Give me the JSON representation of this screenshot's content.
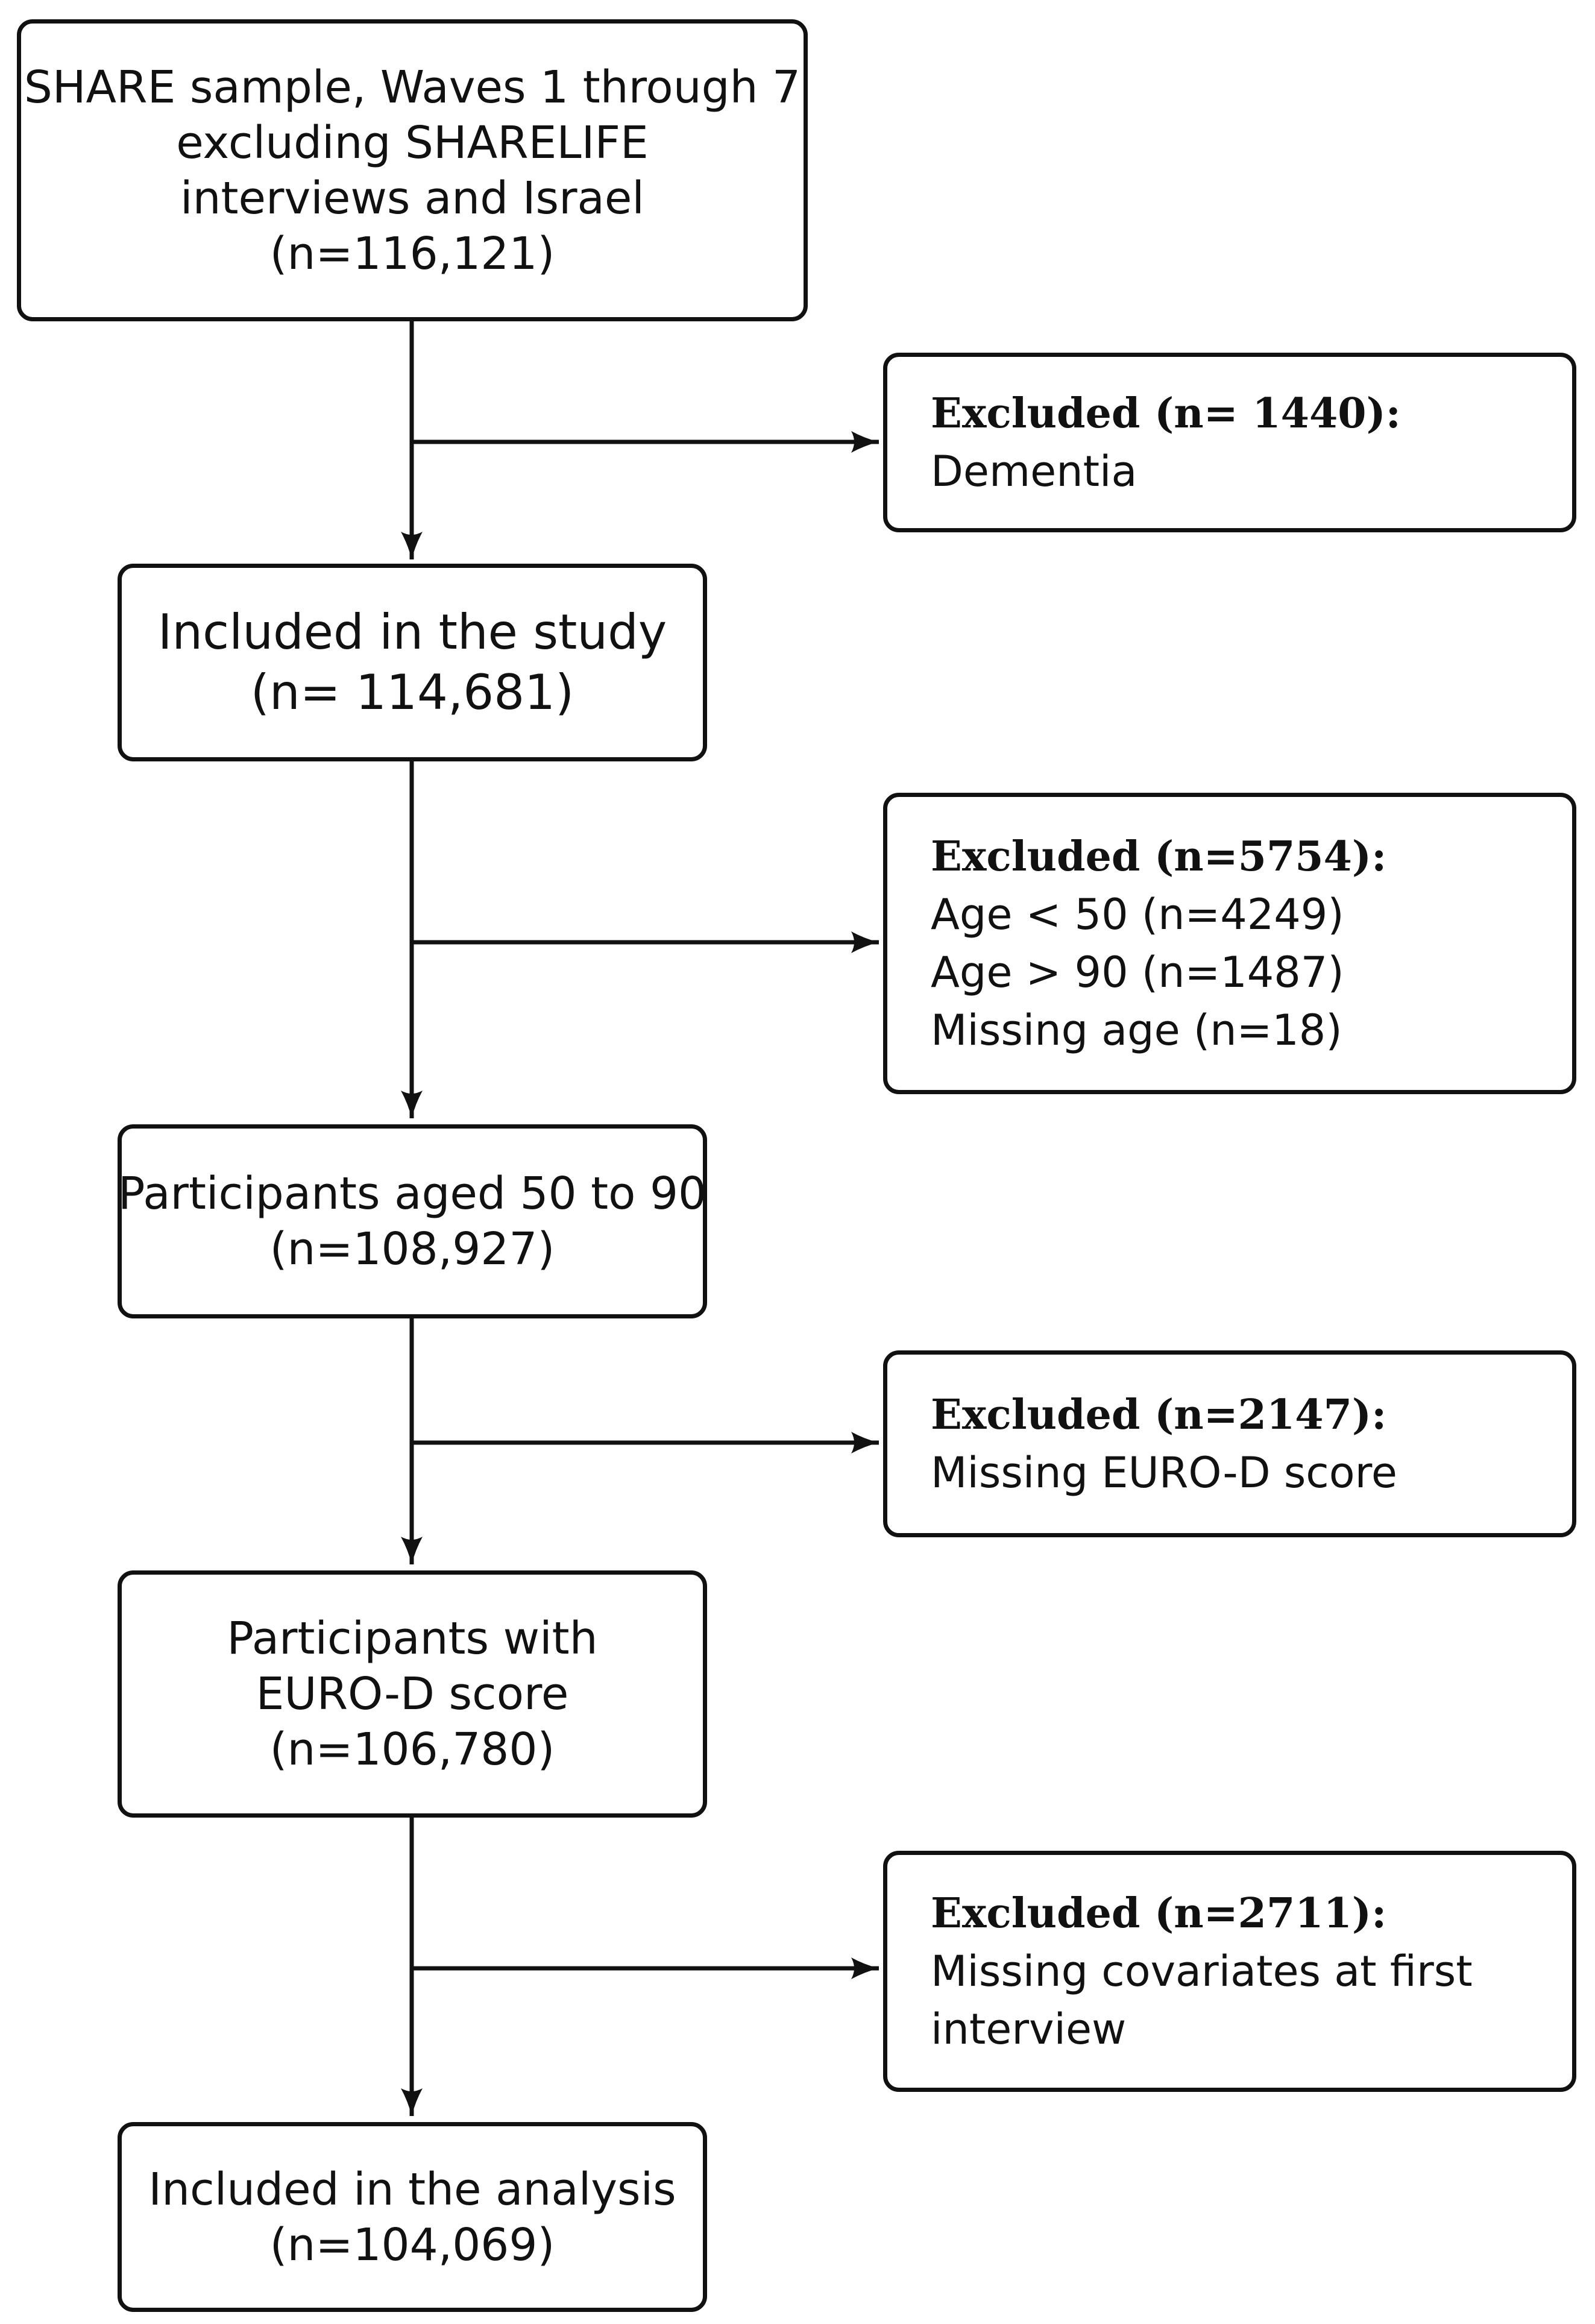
{
  "boxes": [
    {
      "lines": [
        "SHARE sample, Waves 1 through 7",
        "excluding  SHARELIFE",
        "interviews  and  Israel",
        "(n=116,121)"
      ]
    },
    {
      "lines": [
        "Included in the study",
        "(n= 114,681)"
      ]
    },
    {
      "lines": [
        "Participants aged 50 to 90",
        "(n=108,927)"
      ]
    },
    {
      "lines": [
        "Participants  with",
        "EURO-D  score",
        "(n=106,780)"
      ]
    },
    {
      "lines": [
        "Included in the analysis",
        "(n=104,069)"
      ]
    }
  ],
  "exclusions": [
    {
      "title": "Excluded (n= 1440):",
      "lines": [
        "Dementia"
      ]
    },
    {
      "title": "Excluded (n=5754):",
      "lines": [
        "Age < 50 (n=4249)",
        "Age > 90 (n=1487)",
        "Missing age (n=18)"
      ]
    },
    {
      "title": "Excluded (n=2147):",
      "lines": [
        "Missing EURO-D score"
      ]
    },
    {
      "title": "Excluded (n=2711):",
      "lines": [
        "Missing  covariates  at  first",
        "interview"
      ]
    }
  ]
}
